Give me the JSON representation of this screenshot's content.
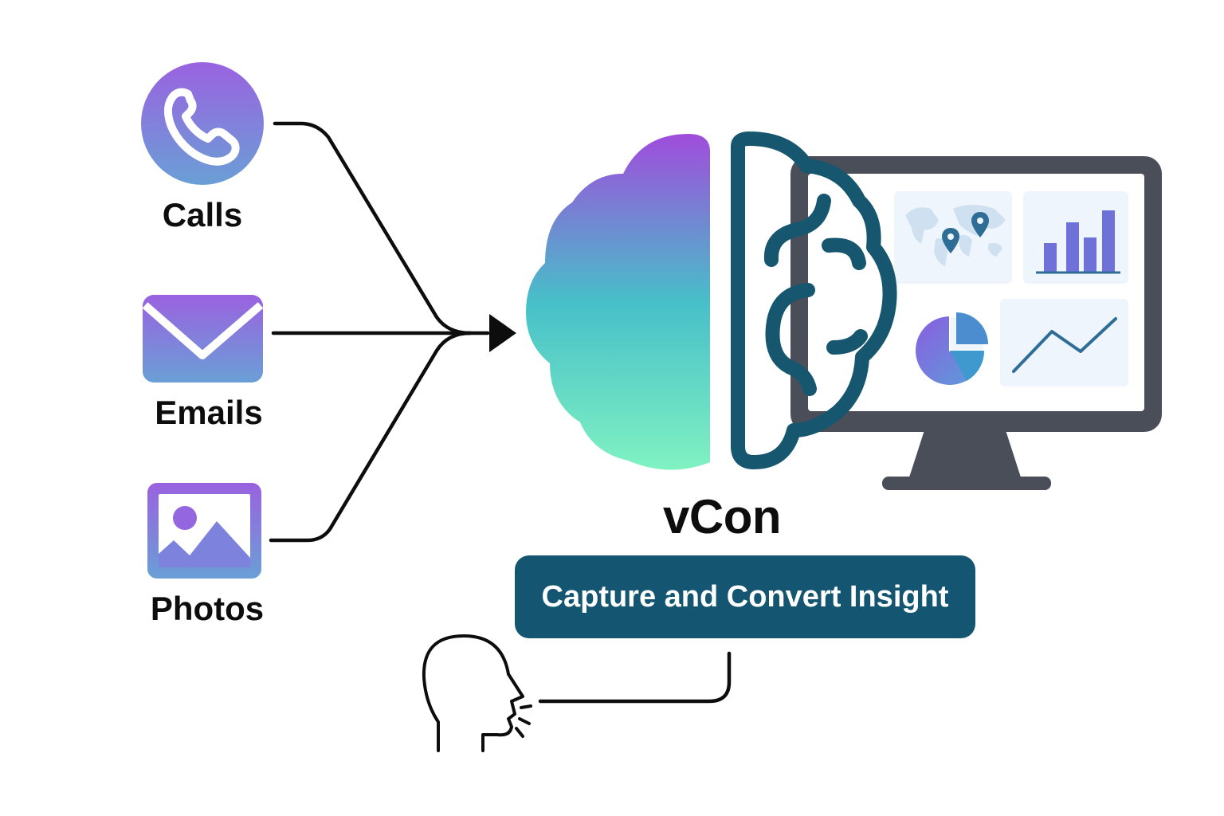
{
  "sources": [
    {
      "label": "Calls",
      "icon": "phone-icon"
    },
    {
      "label": "Emails",
      "icon": "envelope-icon"
    },
    {
      "label": "Photos",
      "icon": "image-icon"
    }
  ],
  "hub": {
    "title": "vCon",
    "icon": "brain-icon"
  },
  "dashboard": {
    "icon": "monitor-icon",
    "widgets": [
      "world-map-icon",
      "bar-chart-icon",
      "pie-chart-icon",
      "line-chart-icon"
    ]
  },
  "action": {
    "label": "Capture and Convert Insight"
  },
  "speaker": {
    "icon": "speaking-head-icon"
  },
  "colors": {
    "gradient_top": "#9b4fde",
    "gradient_mid": "#47bfc9",
    "gradient_bottom": "#7ef0c4",
    "brain_outline": "#16566f",
    "pill_bg": "#145571",
    "monitor_frame": "#4a4e59",
    "widget_bg": "#eef5fc",
    "connector": "#0d0d0d"
  }
}
